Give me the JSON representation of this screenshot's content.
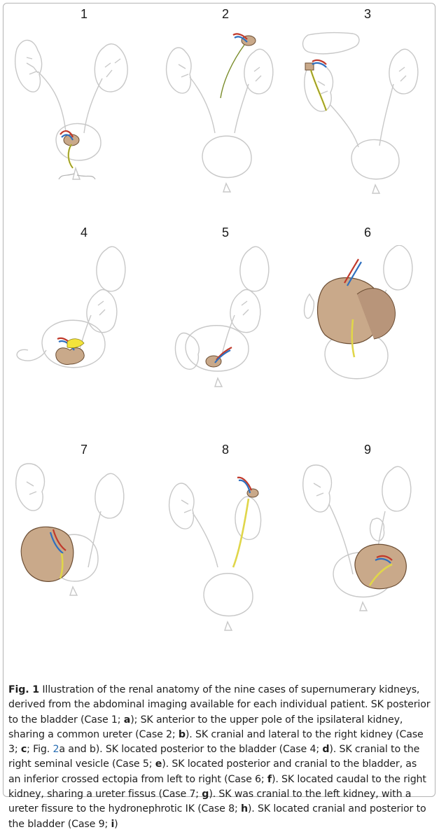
{
  "figure": {
    "panel_numbers": [
      "1",
      "2",
      "3",
      "4",
      "5",
      "6",
      "7",
      "8",
      "9"
    ],
    "caption": {
      "label": "Fig. 1",
      "intro": " Illustration of the renal anatomy of the nine cases of supernumerary kidneys, derived from the abdominal imaging available for each individual patient.",
      "c1": " SK posterior to the bladder (Case 1; ",
      "c1_letter": "a",
      "c2": "); SK anterior to the upper pole of the ipsilateral kidney, sharing a common ureter (Case 2; ",
      "c2_letter": "b",
      "c3": "). SK cranial and lateral to the right kidney (Case 3; ",
      "c3_letter": "c",
      "c3_ref_pre": "; Fig. ",
      "c3_ref": "2",
      "c3_ref_post": "a and b). SK located posterior to the bladder (Case 4; ",
      "c4_letter": "d",
      "c5": "). SK cranial to the right seminal vesicle (Case 5; ",
      "c5_letter": "e",
      "c6": "). SK located posterior and cranial to the bladder, as an inferior crossed ectopia from left to right (Case 6; ",
      "c6_letter": "f",
      "c7": "). SK located caudal to the right kidney, sharing a ureter fissus (Case 7; ",
      "c7_letter": "g",
      "c8": "). SK was cranial to the left kidney, with a ureter fissure to the hydronephrotic IK (Case 8; ",
      "c8_letter": "h",
      "c9": "). SK located cranial and posterior to the bladder (Case 9; ",
      "c9_letter": "i",
      "end": ")"
    }
  }
}
